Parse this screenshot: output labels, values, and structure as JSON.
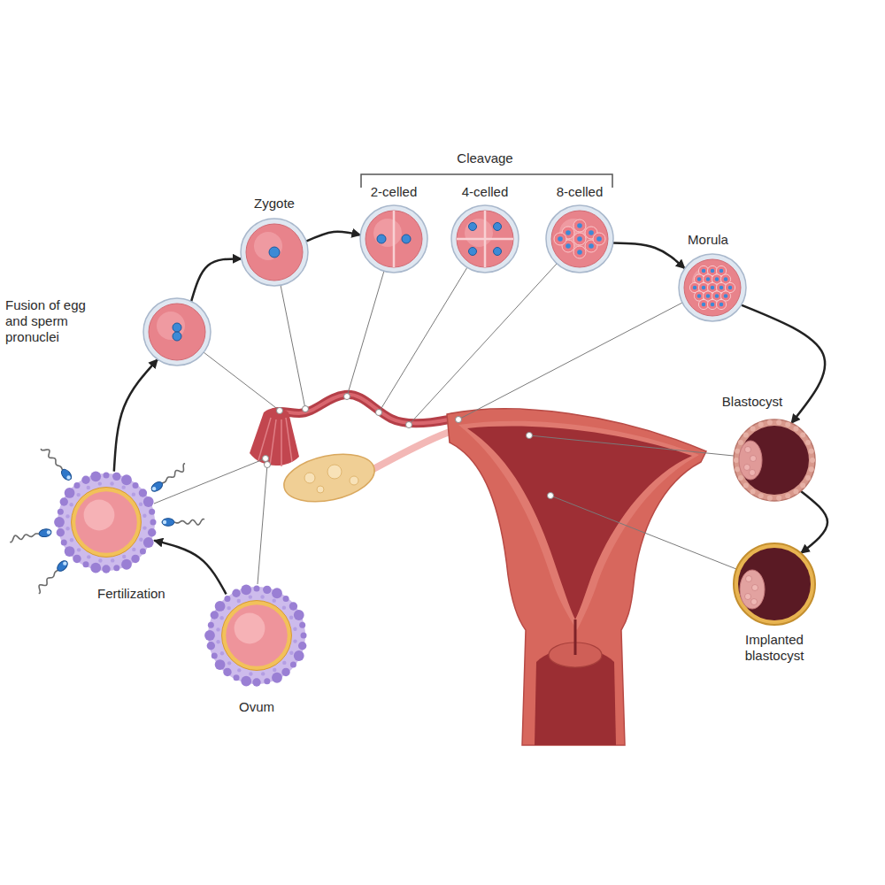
{
  "diagram": {
    "nodes": [
      {
        "text": [
          "Ovum"
        ]
      },
      {
        "text": [
          "Fertilization"
        ]
      },
      {
        "text": [
          "Fusion of egg and sperm pronuclei"
        ]
      },
      {
        "text": [
          "Zygote"
        ]
      },
      {
        "text": [
          "2-celled"
        ]
      },
      {
        "text": [
          "4-celled"
        ]
      },
      {
        "text": [
          "8-celled"
        ]
      },
      {
        "text": [
          "Morula"
        ]
      },
      {
        "text": [
          "Blastocyst"
        ]
      },
      {
        "text": [
          "Implanted blastocyst"
        ]
      }
    ],
    "edges": [
      {
        "from": 0,
        "to": 1,
        "arrow": "to"
      },
      {
        "from": 1,
        "to": 2,
        "arrow": "to"
      },
      {
        "from": 2,
        "to": 3,
        "arrow": "to"
      },
      {
        "from": 3,
        "to": 4,
        "arrow": "to"
      },
      {
        "from": 6,
        "to": 7,
        "arrow": "to"
      },
      {
        "from": 7,
        "to": 8,
        "arrow": "to"
      },
      {
        "from": 8,
        "to": 9,
        "arrow": "to"
      }
    ],
    "labels": [
      "Cleavage"
    ]
  }
}
